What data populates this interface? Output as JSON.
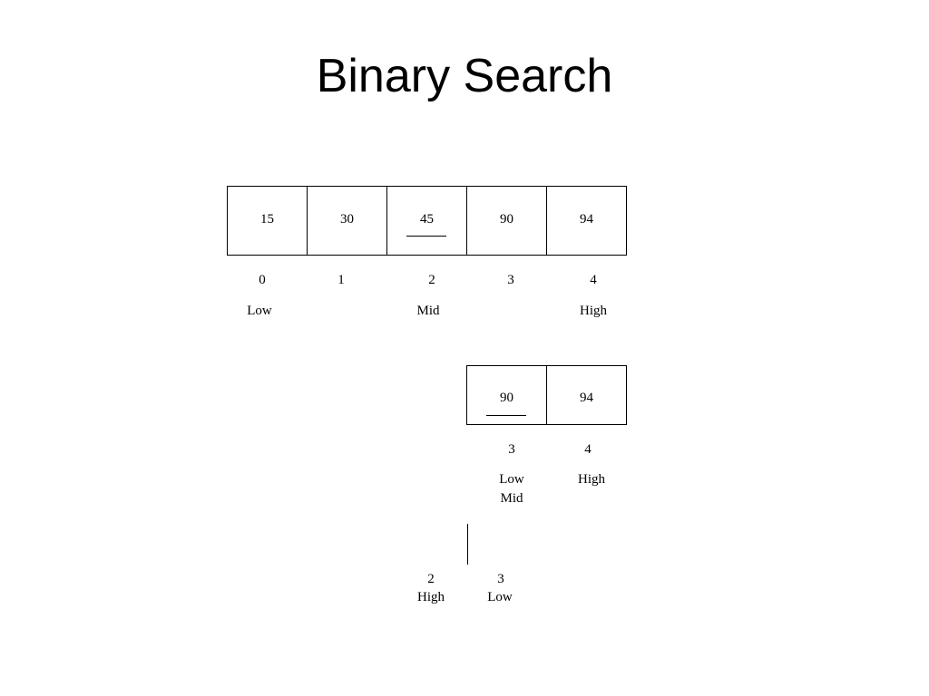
{
  "title": "Binary Search",
  "row1": {
    "values": [
      "15",
      "30",
      "45",
      "90",
      "94"
    ],
    "indices": [
      "0",
      "1",
      "2",
      "3",
      "4"
    ],
    "pointers": {
      "low": "Low",
      "mid": "Mid",
      "high": "High"
    }
  },
  "row2": {
    "values": [
      "90",
      "94"
    ],
    "indices": [
      "3",
      "4"
    ],
    "pointers": {
      "low": "Low",
      "mid": "Mid",
      "high": "High"
    }
  },
  "row3": {
    "left_index": "2",
    "left_label": "High",
    "right_index": "3",
    "right_label": "Low"
  }
}
